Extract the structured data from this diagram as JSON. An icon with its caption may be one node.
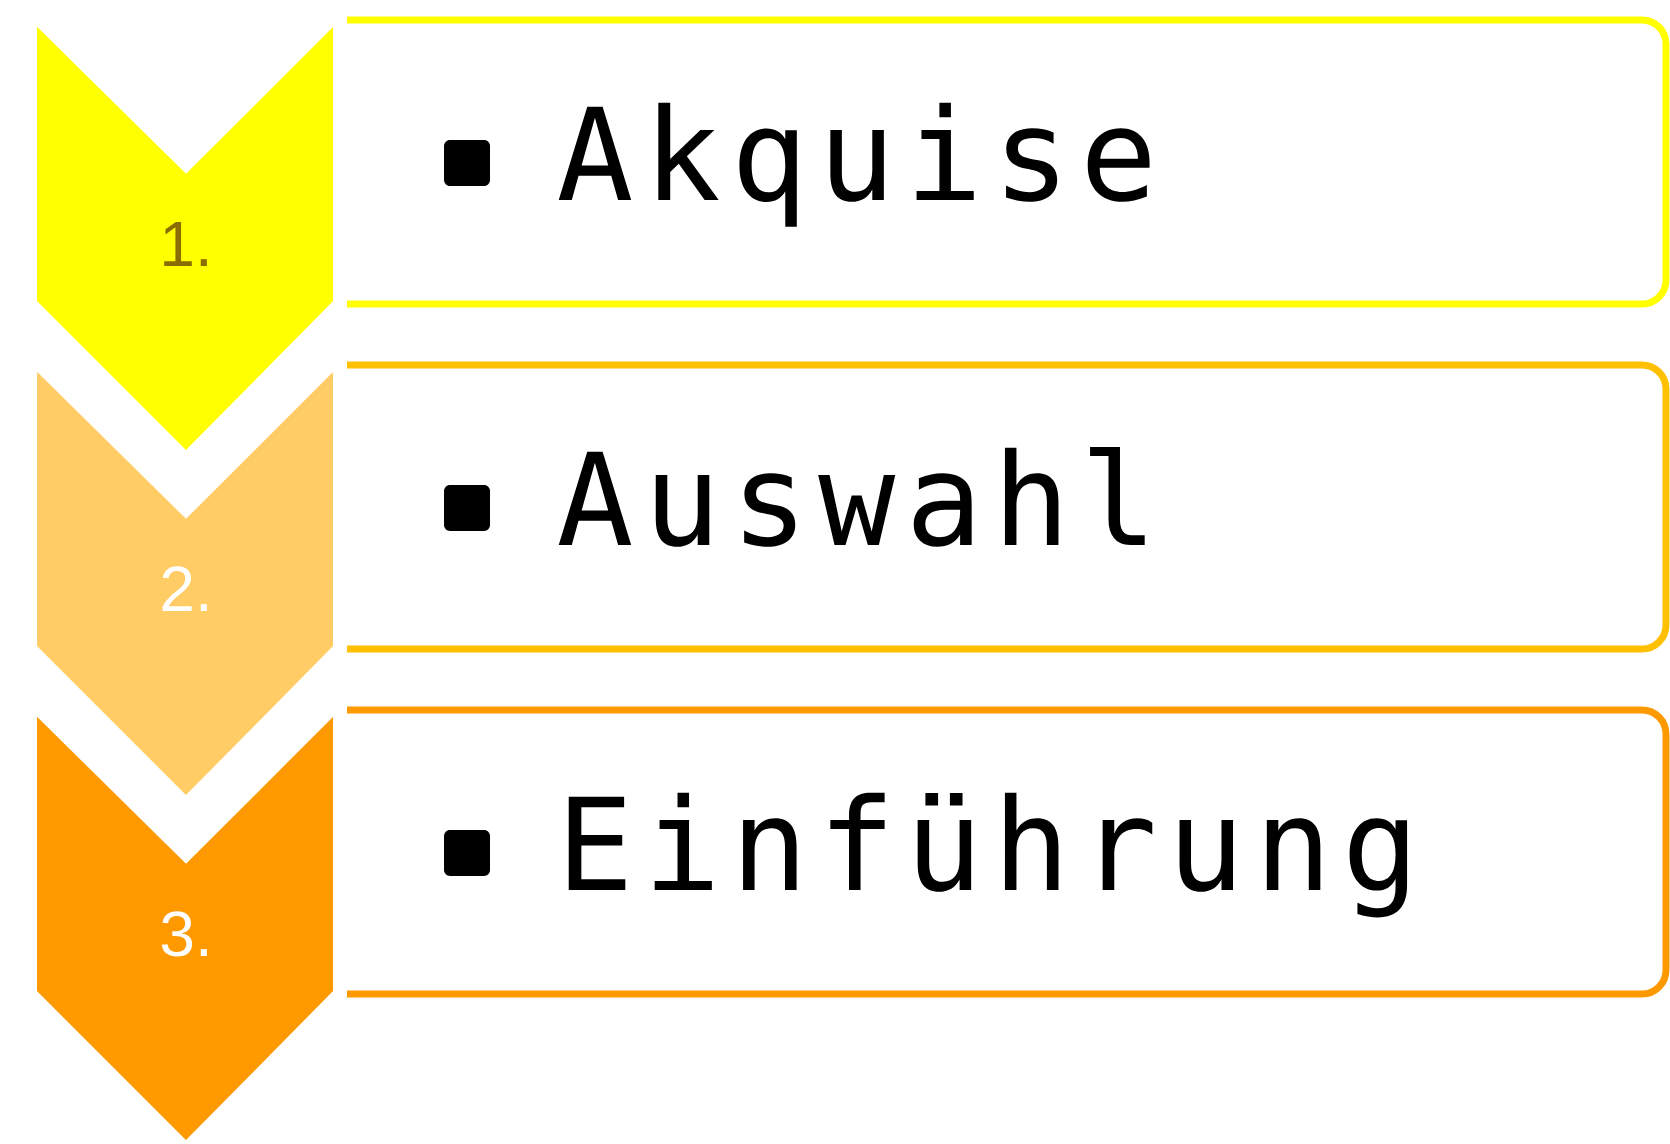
{
  "diagram": {
    "nodes": [
      {
        "text": [
          "1."
        ]
      },
      {
        "text": [
          "Akquise"
        ]
      },
      {
        "text": [
          "2."
        ]
      },
      {
        "text": [
          "Auswahl"
        ]
      },
      {
        "text": [
          "3."
        ]
      },
      {
        "text": [
          "Einführung"
        ]
      }
    ]
  }
}
